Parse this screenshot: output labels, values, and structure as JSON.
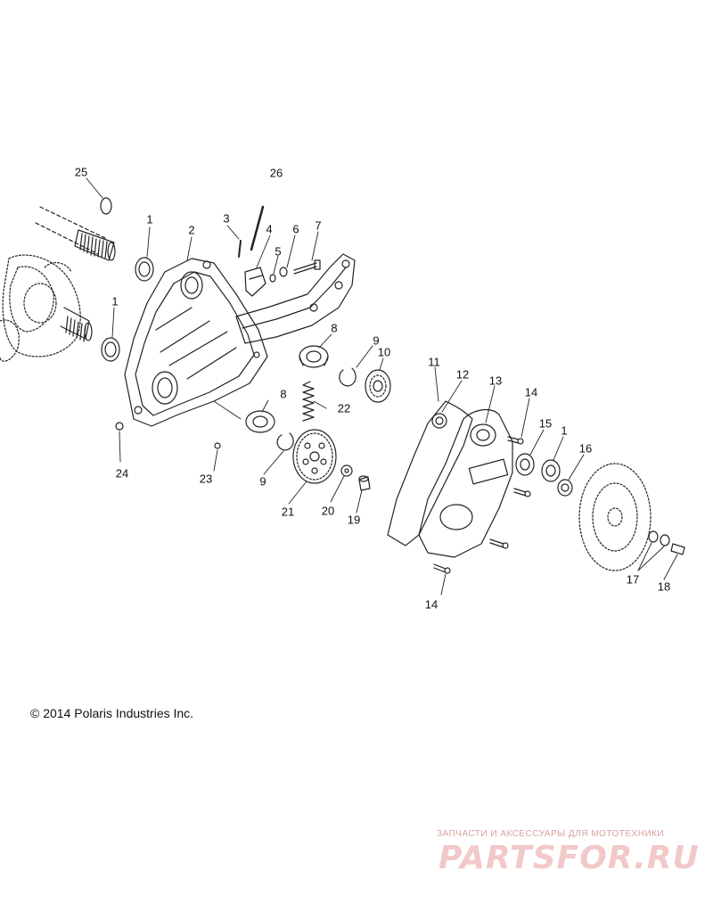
{
  "callouts": {
    "c1a": "1",
    "c1b": "1",
    "c1c": "1",
    "c2": "2",
    "c3": "3",
    "c4": "4",
    "c5": "5",
    "c6": "6",
    "c7": "7",
    "c8a": "8",
    "c8b": "8",
    "c9a": "9",
    "c9b": "9",
    "c10": "10",
    "c11": "11",
    "c12": "12",
    "c13": "13",
    "c14a": "14",
    "c14b": "14",
    "c15": "15",
    "c16": "16",
    "c17": "17",
    "c18": "18",
    "c19": "19",
    "c20": "20",
    "c21": "21",
    "c22": "22",
    "c23": "23",
    "c24": "24",
    "c25": "25",
    "c26": "26"
  },
  "copyright": "© 2014 Polaris Industries Inc.",
  "watermark": {
    "tagline": "ЗАПЧАСТИ И АКСЕССУАРЫ ДЛЯ МОТОТЕХНИКИ",
    "logo": "PARTSFOR.RU"
  },
  "colors": {
    "line": "#222222",
    "watermark": "#e8a8a8"
  }
}
